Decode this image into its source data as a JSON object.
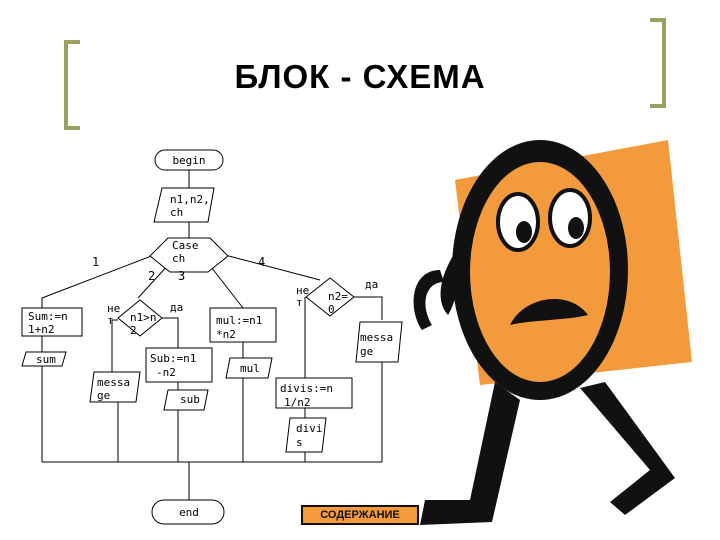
{
  "slide": {
    "title": "БЛОК - СХЕМА"
  },
  "diagram": {
    "begin": "begin",
    "input": [
      "n1,n2,",
      "ch"
    ],
    "case": [
      "Case",
      "ch"
    ],
    "branch_1": "1",
    "branch_2": "2",
    "branch_3": "3",
    "branch_4": "4",
    "sum_calc": [
      "Sum:=n",
      "1+n2"
    ],
    "sum_out": "sum",
    "cond_compare": [
      "n1>n",
      "2"
    ],
    "no_label_1": [
      "не",
      "т"
    ],
    "yes_label_1": "да",
    "message_1": [
      "messa",
      "ge"
    ],
    "sub_calc": [
      "Sub:=n1",
      "-n2"
    ],
    "sub_out": "sub",
    "mul_calc": [
      "mul:=n1",
      "*n2"
    ],
    "mul_out": "mul",
    "cond_zero": [
      "n2=",
      "0"
    ],
    "no_label_2": [
      "не",
      "т"
    ],
    "yes_label_2": "да",
    "message_2": [
      "messa",
      "ge"
    ],
    "divis_calc": [
      "divis:=n",
      "1/n2"
    ],
    "divis_out": [
      "divi",
      "s"
    ],
    "end": "end"
  },
  "nav": {
    "contents_label": "СОДЕРЖАНИЕ"
  },
  "colors": {
    "accent_orange": "#f39a3c",
    "bracket": "#b5b58a"
  }
}
